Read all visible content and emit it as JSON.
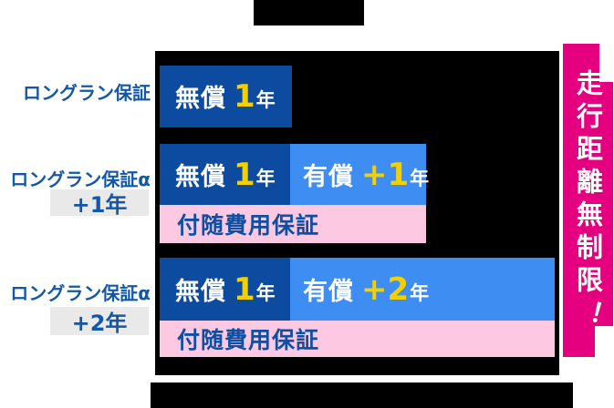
{
  "colors": {
    "free_bar": "#0c4ba0",
    "paid_bar": "#3e8df2",
    "incidental_bar": "#fcc8e2",
    "ribbon": "#e5007f",
    "label_text": "#1358a8",
    "highlight_number": "#f5d000",
    "chip_bg": "#e9e9e9",
    "panel_bg": "#000000"
  },
  "plans": [
    {
      "label": "ロングラン保証",
      "free": {
        "label": "無償",
        "number": "1",
        "unit": "年"
      }
    },
    {
      "label": "ロングラン保証α",
      "chip": "+1年",
      "free": {
        "label": "無償",
        "number": "1",
        "unit": "年"
      },
      "paid": {
        "label": "有償",
        "number": "+1",
        "unit": "年"
      },
      "incidental": "付随費用保証"
    },
    {
      "label": "ロングラン保証α",
      "chip": "+2年",
      "free": {
        "label": "無償",
        "number": "1",
        "unit": "年"
      },
      "paid": {
        "label": "有償",
        "number": "+2",
        "unit": "年"
      },
      "incidental": "付随費用保証"
    }
  ],
  "ribbon": {
    "text": "走行距離無制限",
    "exclamation": "！"
  }
}
